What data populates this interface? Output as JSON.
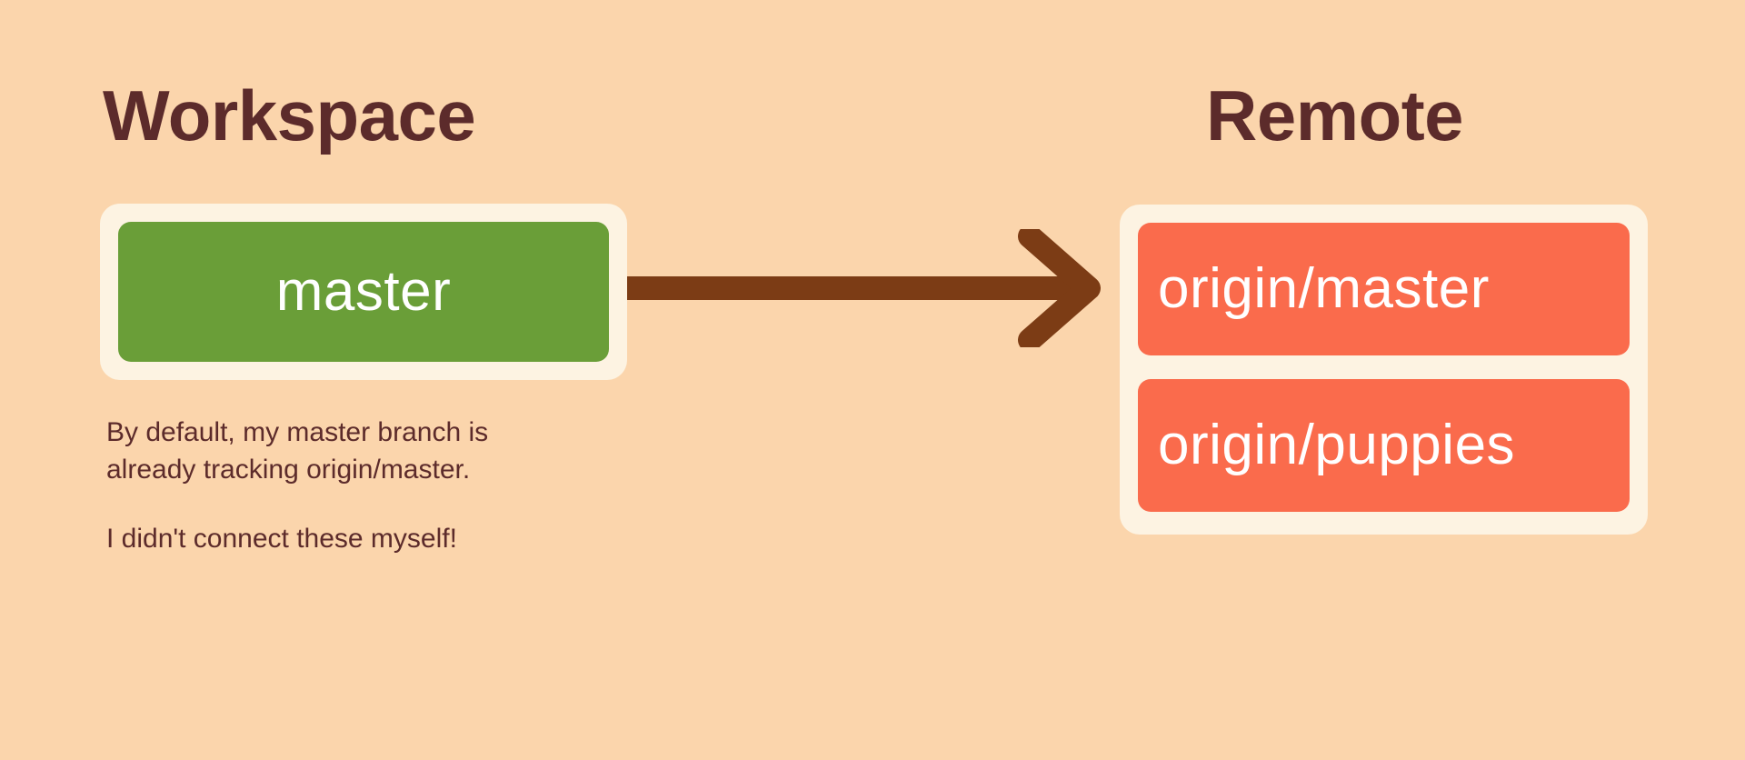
{
  "diagram": {
    "background_color": "#FBD5AC",
    "panel_color": "#FDF3E2",
    "heading_color": "#5C2B2B",
    "local_branch_color": "#6A9E38",
    "remote_branch_color": "#FA6B4C",
    "arrow_color": "#7C3C15",
    "branch_text_color": "#FFFFFF"
  },
  "workspace": {
    "title": "Workspace",
    "branches": [
      {
        "name": "master",
        "type": "local"
      }
    ],
    "caption": {
      "line1": "By default, my master branch is",
      "line2": "already tracking origin/master.",
      "line3": "I didn't connect these myself!"
    }
  },
  "remote": {
    "title": "Remote",
    "branches": [
      {
        "name": "origin/master",
        "type": "remote"
      },
      {
        "name": "origin/puppies",
        "type": "remote"
      }
    ]
  },
  "connection": {
    "icon": "arrow-right-icon",
    "from": "master",
    "to": "origin/master",
    "label": ""
  }
}
